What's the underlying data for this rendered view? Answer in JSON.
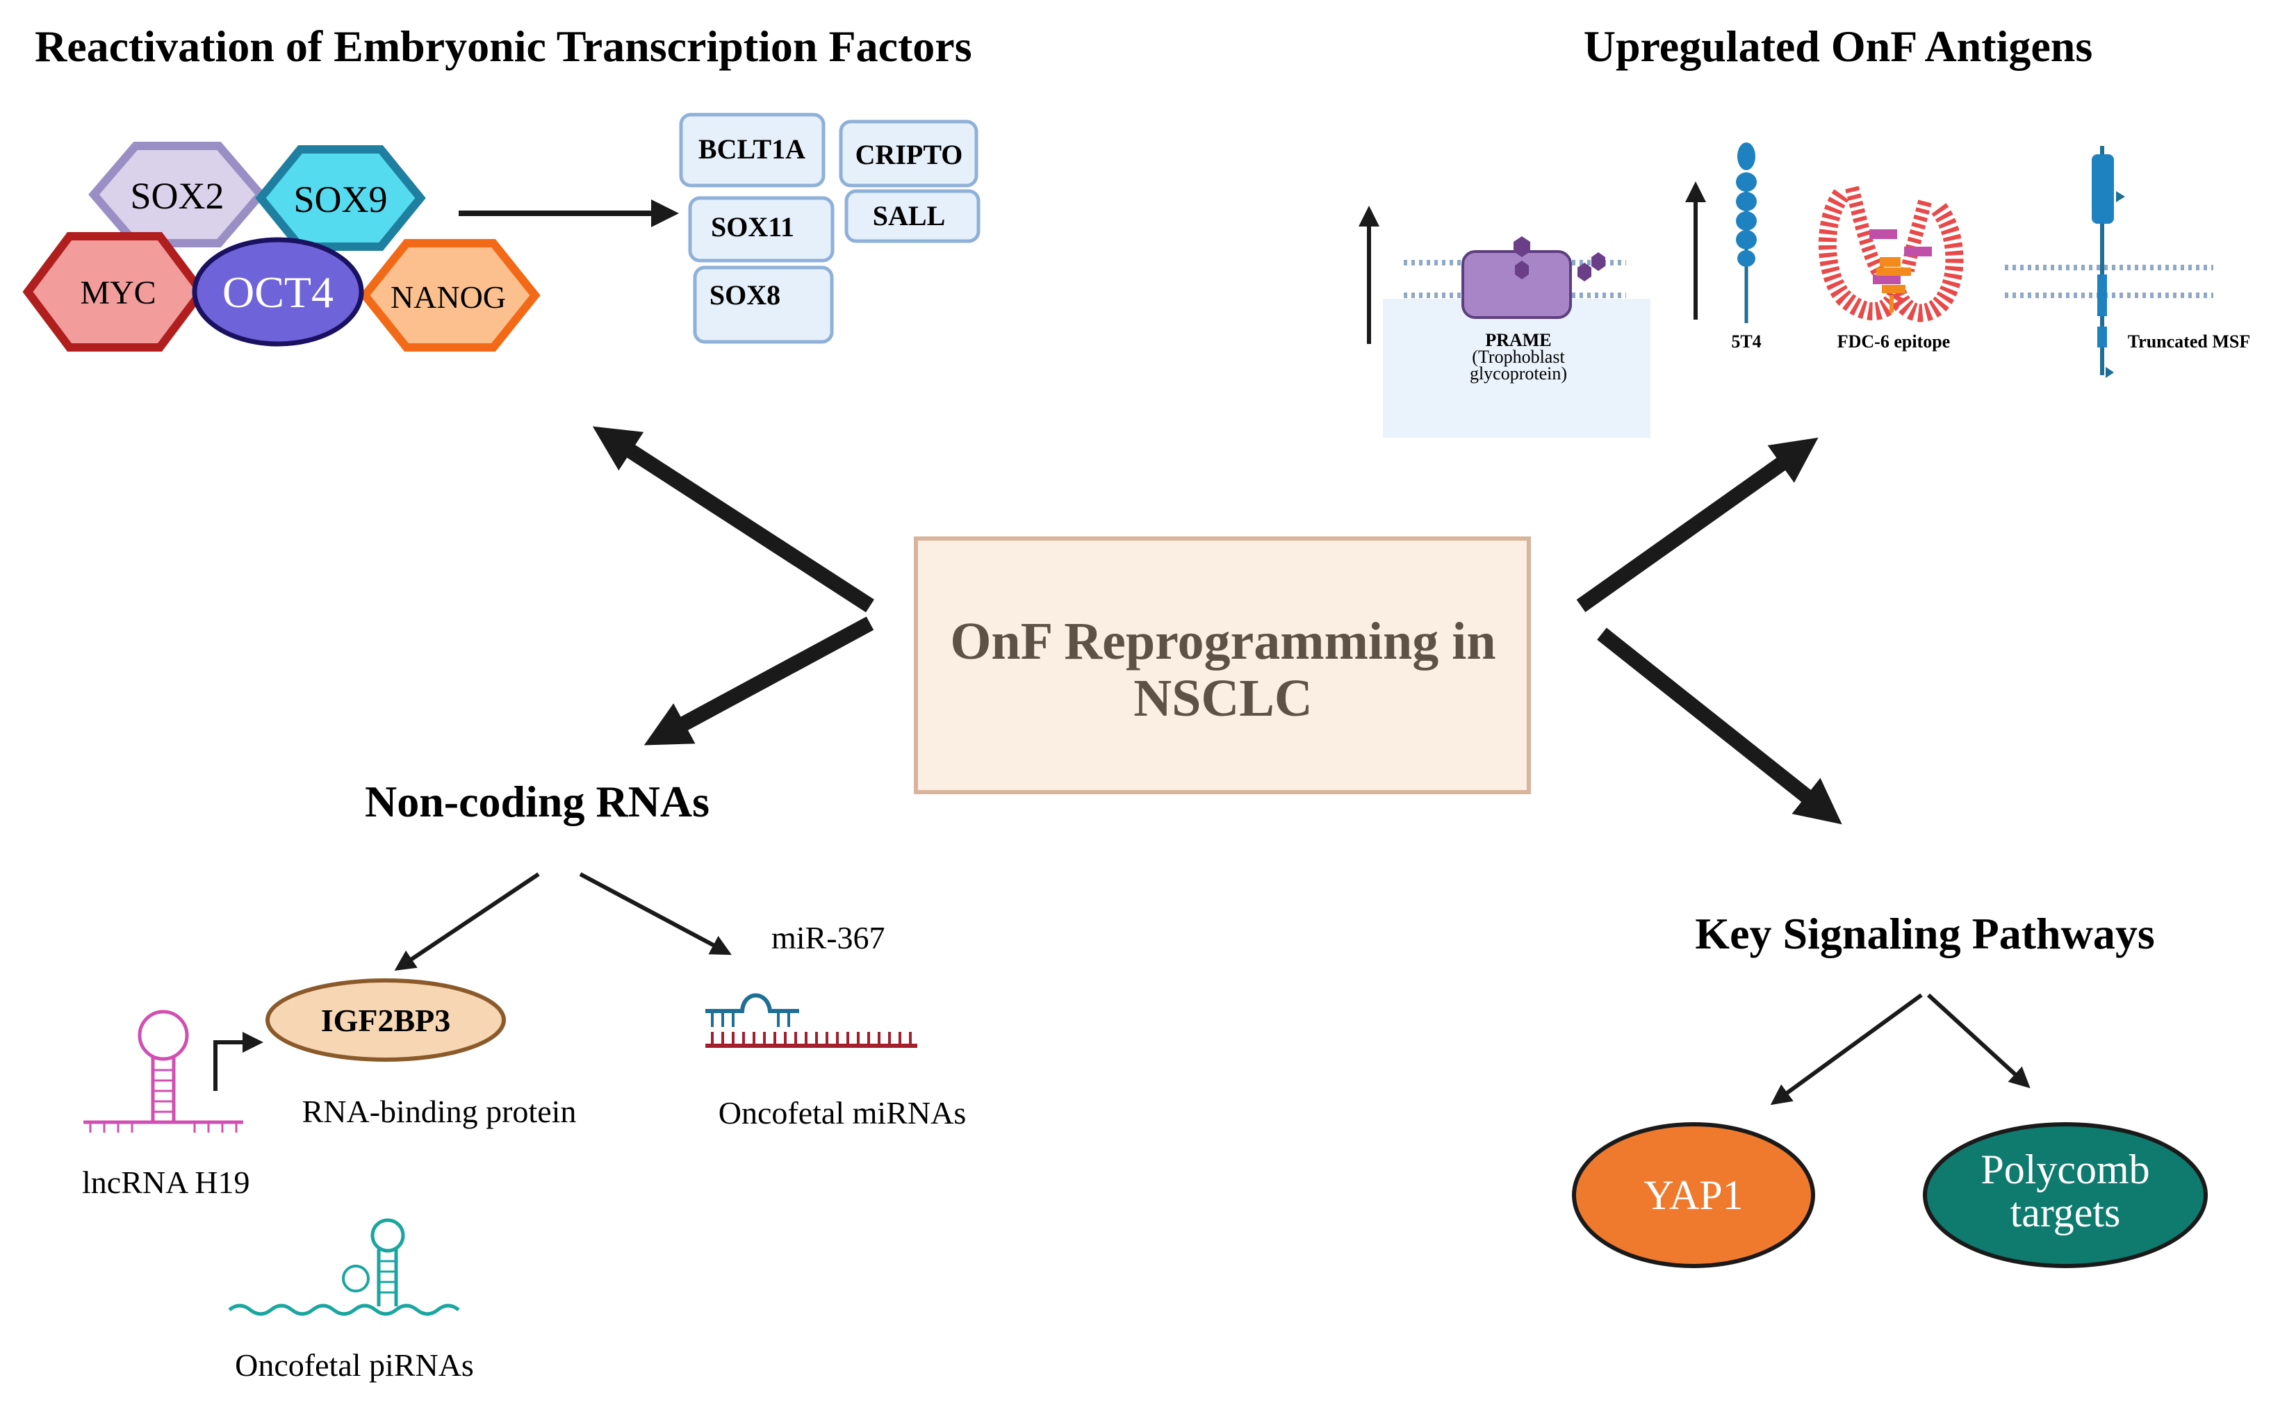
{
  "sections": {
    "embryonic": {
      "title": "Reactivation of Embryonic Transcription Factors",
      "core_factors": [
        "SOX2",
        "SOX9",
        "MYC",
        "OCT4",
        "NANOG"
      ],
      "targets": [
        "BCLT1A",
        "CRIPTO",
        "SOX11",
        "SALL",
        "SOX8"
      ]
    },
    "antigens": {
      "title": "Upregulated OnF Antigens",
      "prame_label": "PRAME",
      "prame_sub1": "(Trophoblast",
      "prame_sub2": "glycoprotein)",
      "t4_label": "5T4",
      "fdc6_label": "FDC-6 epitope",
      "msf_label": "Truncated MSF"
    },
    "center": {
      "line1": "OnF Reprogramming in",
      "line2": "NSCLC"
    },
    "ncrna": {
      "title": "Non-coding RNAs",
      "igf2bp3": "IGF2BP3",
      "rbp_label": "RNA-binding protein",
      "h19_label": "lncRNA H19",
      "mir_label": "miR-367",
      "mirna_label": "Oncofetal miRNAs",
      "pirna_label": "Oncofetal piRNAs"
    },
    "signaling": {
      "title": "Key Signaling Pathways",
      "yap1": "YAP1",
      "polycomb1": "Polycomb",
      "polycomb2": "targets"
    }
  },
  "colors": {
    "sox2": "#d9d2ea",
    "sox2_border": "#9a8fc4",
    "sox9": "#55dbf0",
    "sox9_border": "#1e7fa0",
    "myc": "#f29c9c",
    "myc_border": "#b01e1e",
    "oct4": "#6f63d9",
    "oct4_border": "#1a1160",
    "nanog": "#fcc08f",
    "nanog_border": "#f26a17",
    "target_fill": "#e6f0fb",
    "target_border": "#8fb0d8",
    "center_fill": "#fbeee2",
    "center_border": "#d9b49c",
    "center_text": "#5e5247",
    "igf2bp3_fill": "#f7d6b4",
    "igf2bp3_border": "#8a5a2b",
    "yap1_fill": "#ef7a2e",
    "yap1_border": "#1a1a1a",
    "polycomb_fill": "#0f7a6e",
    "polycomb_border": "#1a1a1a",
    "membrane": "#8fa8c8",
    "prame": "#a785c7",
    "rna_pink": "#d14fb1",
    "rna_teal": "#1aa6a0",
    "mirna_blue": "#1e6e96",
    "mirna_red": "#a31f2c"
  }
}
